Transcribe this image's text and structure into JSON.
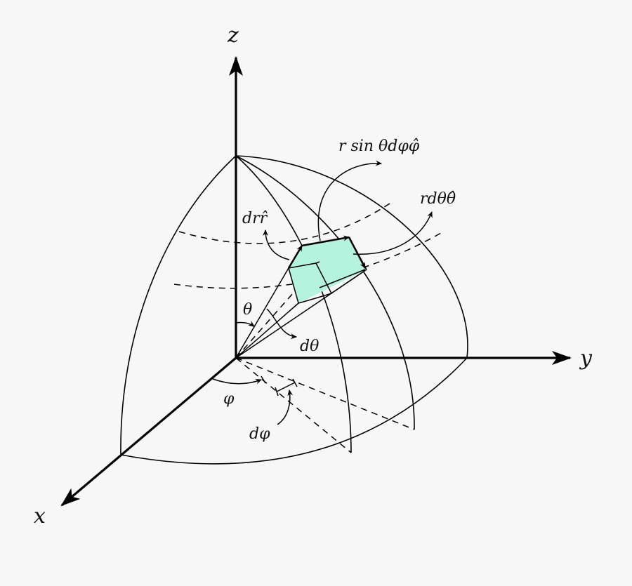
{
  "axes": {
    "x": "x",
    "y": "y",
    "z": "z"
  },
  "labels": {
    "phi_component": "r sin θdφφ̂",
    "theta_component": "rdθθ̂",
    "r_component": "drr̂",
    "theta": "θ",
    "dtheta": "dθ",
    "phi": "φ",
    "dphi": "dφ"
  },
  "colors": {
    "volume_element": "#b6f3de",
    "stroke": "#000000",
    "background": "#f7f7f7"
  }
}
